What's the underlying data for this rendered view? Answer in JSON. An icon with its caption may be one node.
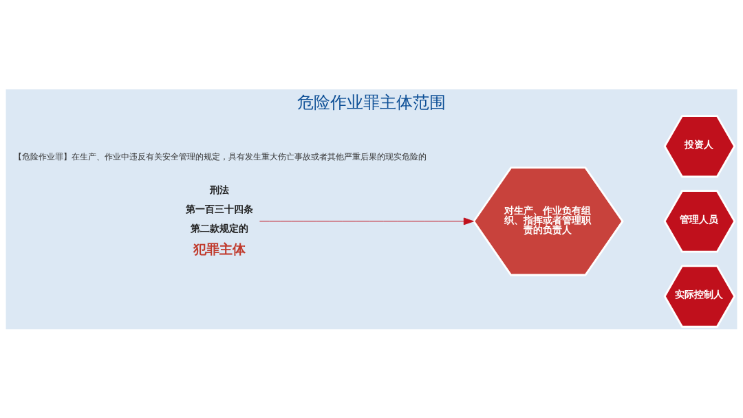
{
  "diagram": {
    "title": "危险作业罪主体范围",
    "caption": "【危险作业罪】在生产、作业中违反有关安全管理的规定，具有发生重大伤亡事故或者其他严重后果的现实危险的",
    "nodes": [
      {
        "text": [
          "刑法",
          "第一百三十四条",
          "第二款规定的",
          "犯罪主体"
        ]
      },
      {
        "text": [
          "对生产、作业负有组织、指挥或者管理职责的负责人"
        ]
      },
      {
        "text": [
          "投资人"
        ]
      },
      {
        "text": [
          "管理人员"
        ]
      },
      {
        "text": [
          "实际控制人"
        ]
      }
    ],
    "edges": [
      {
        "from": 0,
        "to": 1,
        "arrow": "to"
      }
    ]
  }
}
